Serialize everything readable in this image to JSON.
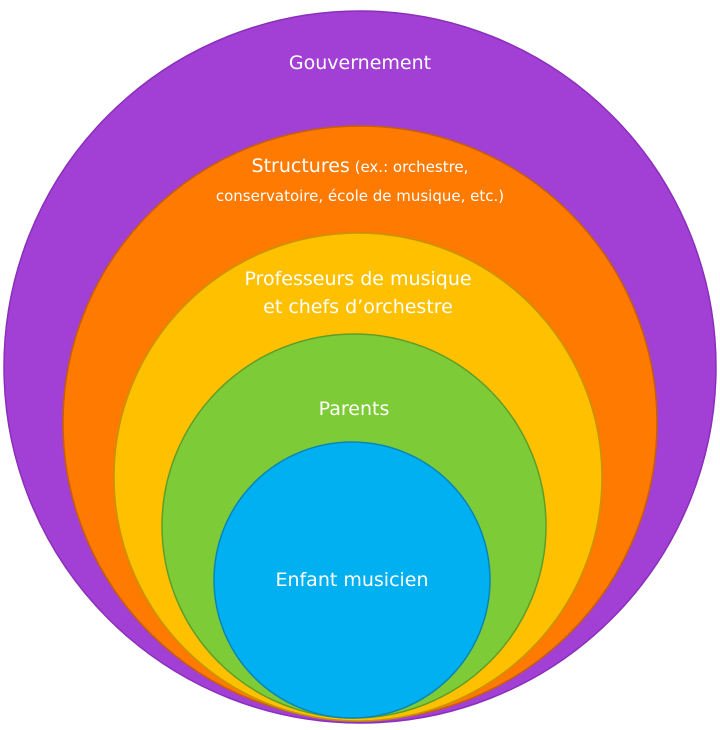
{
  "rings": [
    {
      "id": "gouvernement",
      "color": "#a23fd5",
      "stroke": "#8b2fbb",
      "lines": [
        {
          "main": "Gouvernement"
        }
      ]
    },
    {
      "id": "structures",
      "color": "#ff7a00",
      "stroke": "#c85f00",
      "lines": [
        {
          "main": "Structures",
          "sub": " (ex.: orchestre,"
        },
        {
          "sub": "conservatoire, école de musique, etc.)"
        }
      ]
    },
    {
      "id": "professeurs",
      "color": "#ffc000",
      "stroke": "#c79400",
      "lines": [
        {
          "main": "Professeurs de musique"
        },
        {
          "main": "et chefs d’orchestre"
        }
      ]
    },
    {
      "id": "parents",
      "color": "#7dcc37",
      "stroke": "#5e9e27",
      "lines": [
        {
          "main": "Parents"
        }
      ]
    },
    {
      "id": "enfant",
      "color": "#00b0f0",
      "stroke": "#0a86b5",
      "lines": [
        {
          "main": "Enfant musicien"
        }
      ]
    }
  ]
}
